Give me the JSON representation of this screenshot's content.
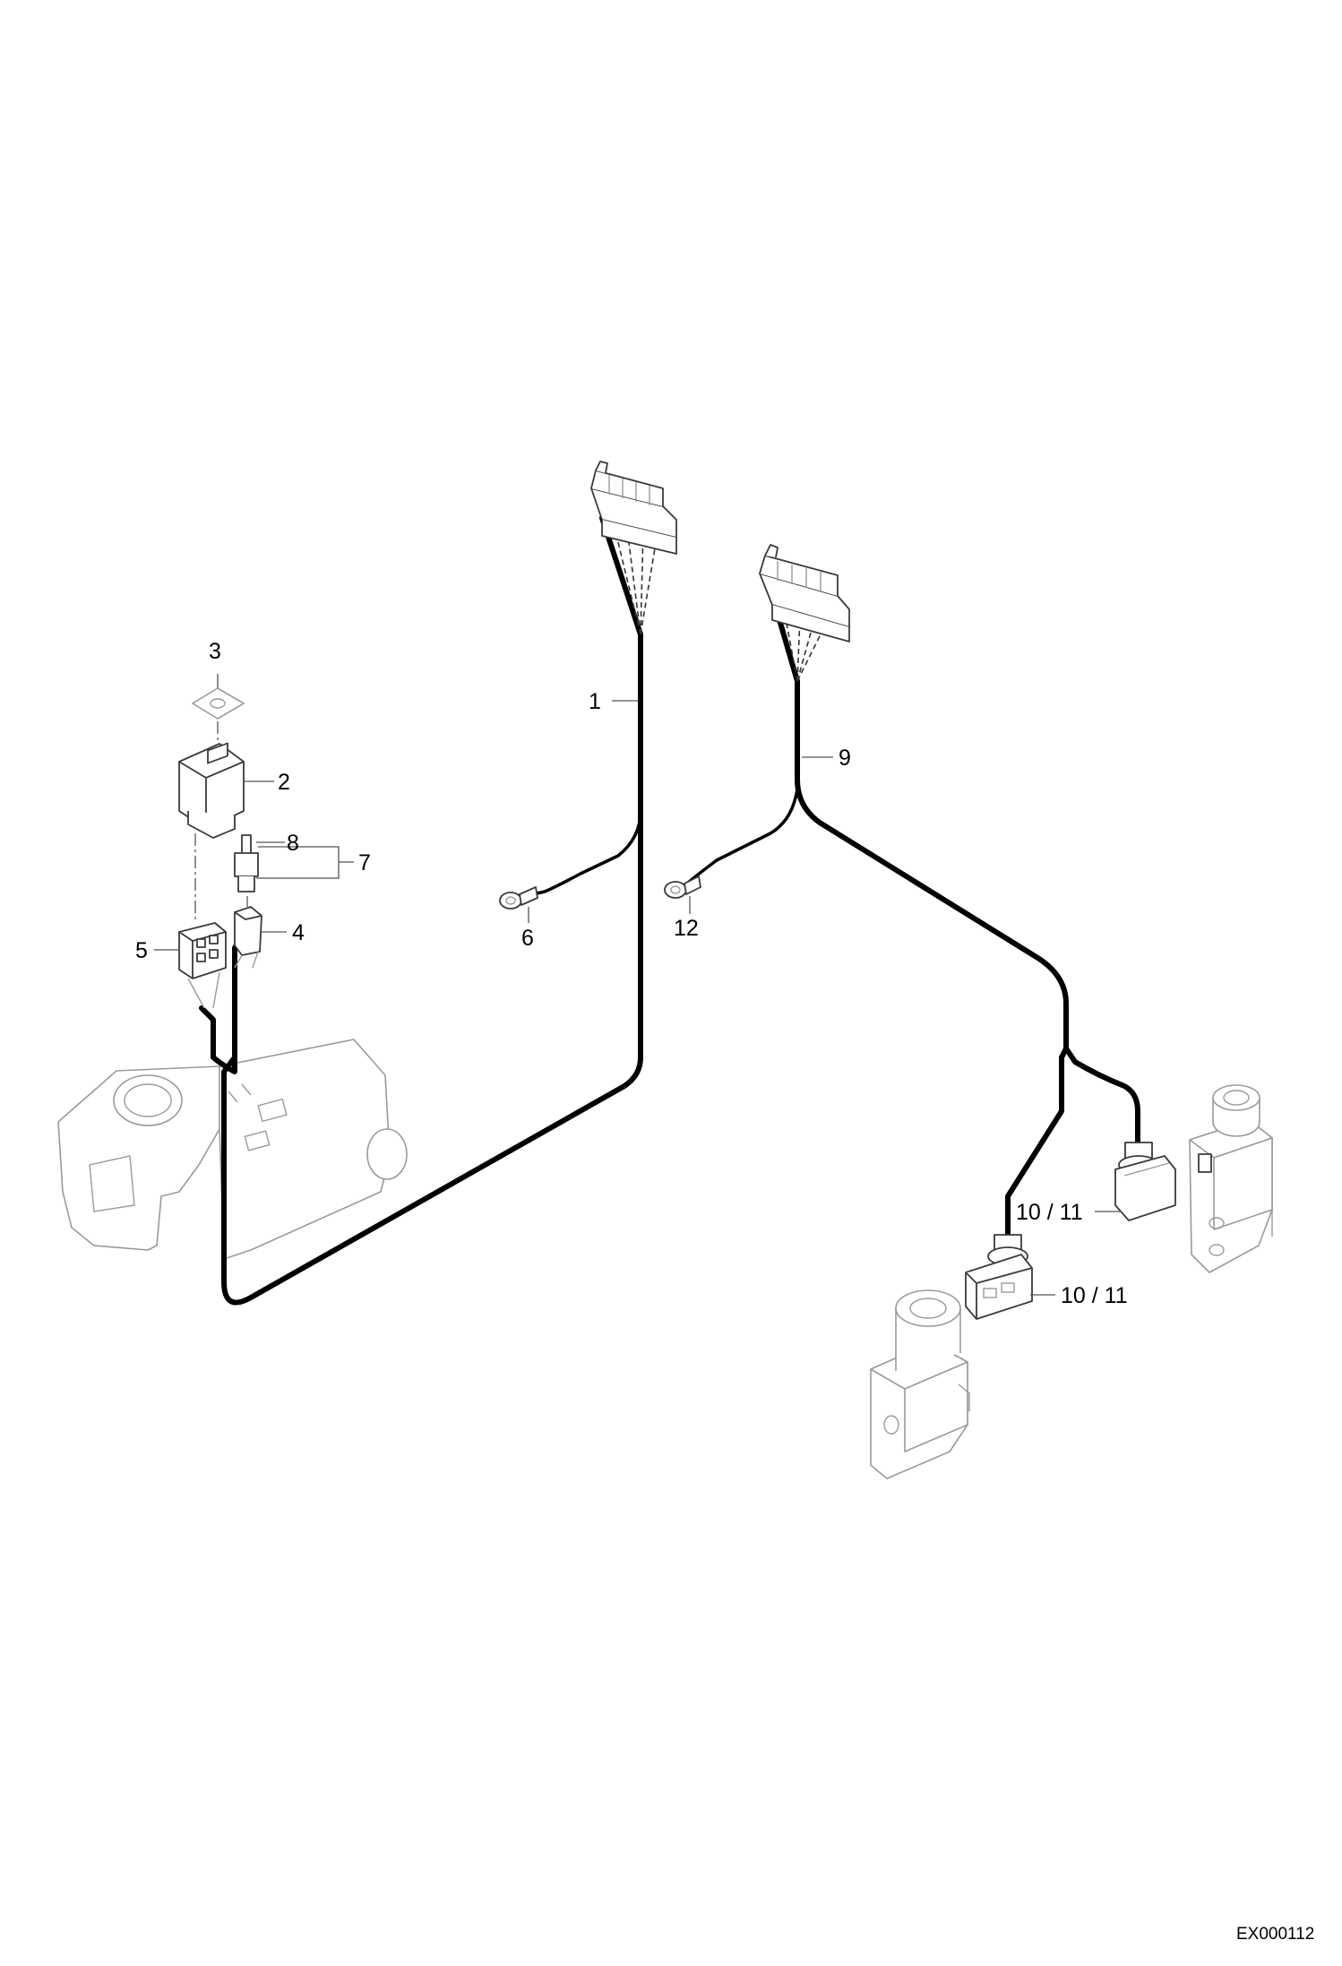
{
  "callouts": {
    "c1": "1",
    "c2": "2",
    "c3": "3",
    "c4": "4",
    "c5": "5",
    "c6": "6",
    "c7": "7",
    "c8": "8",
    "c9": "9",
    "c10_upper": "10 / 11",
    "c10_lower": "10 / 11",
    "c12": "12"
  },
  "drawing_id": "EX000112"
}
